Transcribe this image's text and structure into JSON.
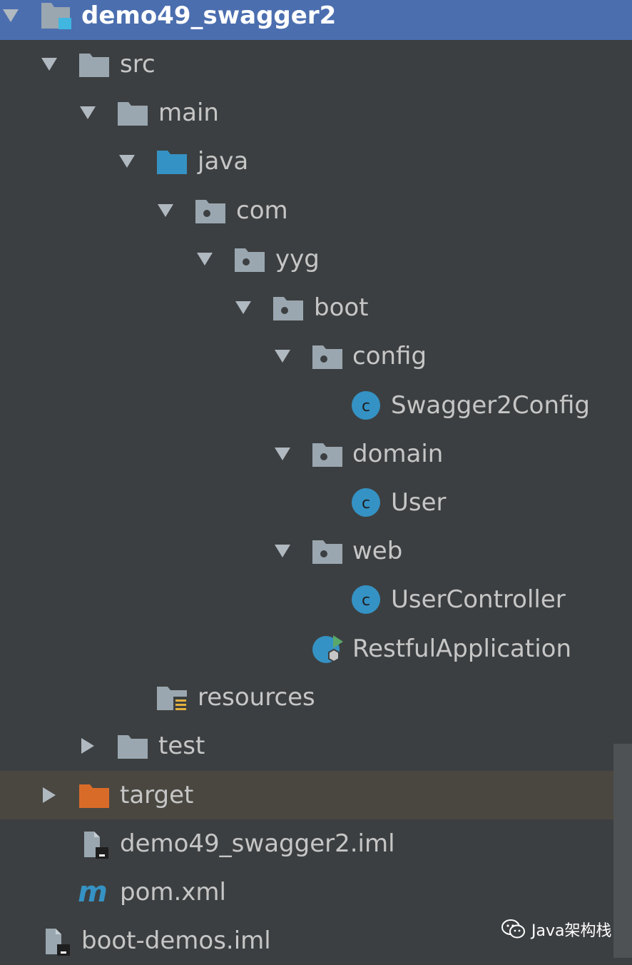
{
  "tree": {
    "items": [
      {
        "label": "demo49_swagger2",
        "icon": "module-folder-icon",
        "expanded": true,
        "selected": true
      },
      {
        "label": "src",
        "icon": "folder-icon",
        "expanded": true
      },
      {
        "label": "main",
        "icon": "folder-icon",
        "expanded": true
      },
      {
        "label": "java",
        "icon": "source-root-folder-icon",
        "expanded": true
      },
      {
        "label": "com",
        "icon": "package-icon",
        "expanded": true
      },
      {
        "label": "yyg",
        "icon": "package-icon",
        "expanded": true
      },
      {
        "label": "boot",
        "icon": "package-icon",
        "expanded": true
      },
      {
        "label": "config",
        "icon": "package-icon",
        "expanded": true
      },
      {
        "label": "Swagger2Config",
        "icon": "java-class-icon"
      },
      {
        "label": "domain",
        "icon": "package-icon",
        "expanded": true
      },
      {
        "label": "User",
        "icon": "java-class-icon"
      },
      {
        "label": "web",
        "icon": "package-icon",
        "expanded": true
      },
      {
        "label": "UserController",
        "icon": "java-class-icon"
      },
      {
        "label": "RestfulApplication",
        "icon": "spring-boot-app-icon"
      },
      {
        "label": "resources",
        "icon": "resources-folder-icon"
      },
      {
        "label": "test",
        "icon": "folder-icon",
        "expanded": false
      },
      {
        "label": "target",
        "icon": "excluded-folder-icon",
        "expanded": false,
        "highlighted": true
      },
      {
        "label": "demo49_swagger2.iml",
        "icon": "iml-file-icon"
      },
      {
        "label": "pom.xml",
        "icon": "maven-icon"
      },
      {
        "label": "boot-demos.iml",
        "icon": "iml-file-icon"
      }
    ]
  },
  "watermark": {
    "text": "Java架构栈",
    "icon": "wechat-icon"
  },
  "colors": {
    "background": "#3c3f41",
    "selection": "#4b6eaf",
    "highlight_row": "#4a4741",
    "folder": "#9aa7b0",
    "source_folder": "#3592c4",
    "class": "#3592c4",
    "excluded_folder": "#d96b29",
    "text": "#c6c6c6"
  }
}
